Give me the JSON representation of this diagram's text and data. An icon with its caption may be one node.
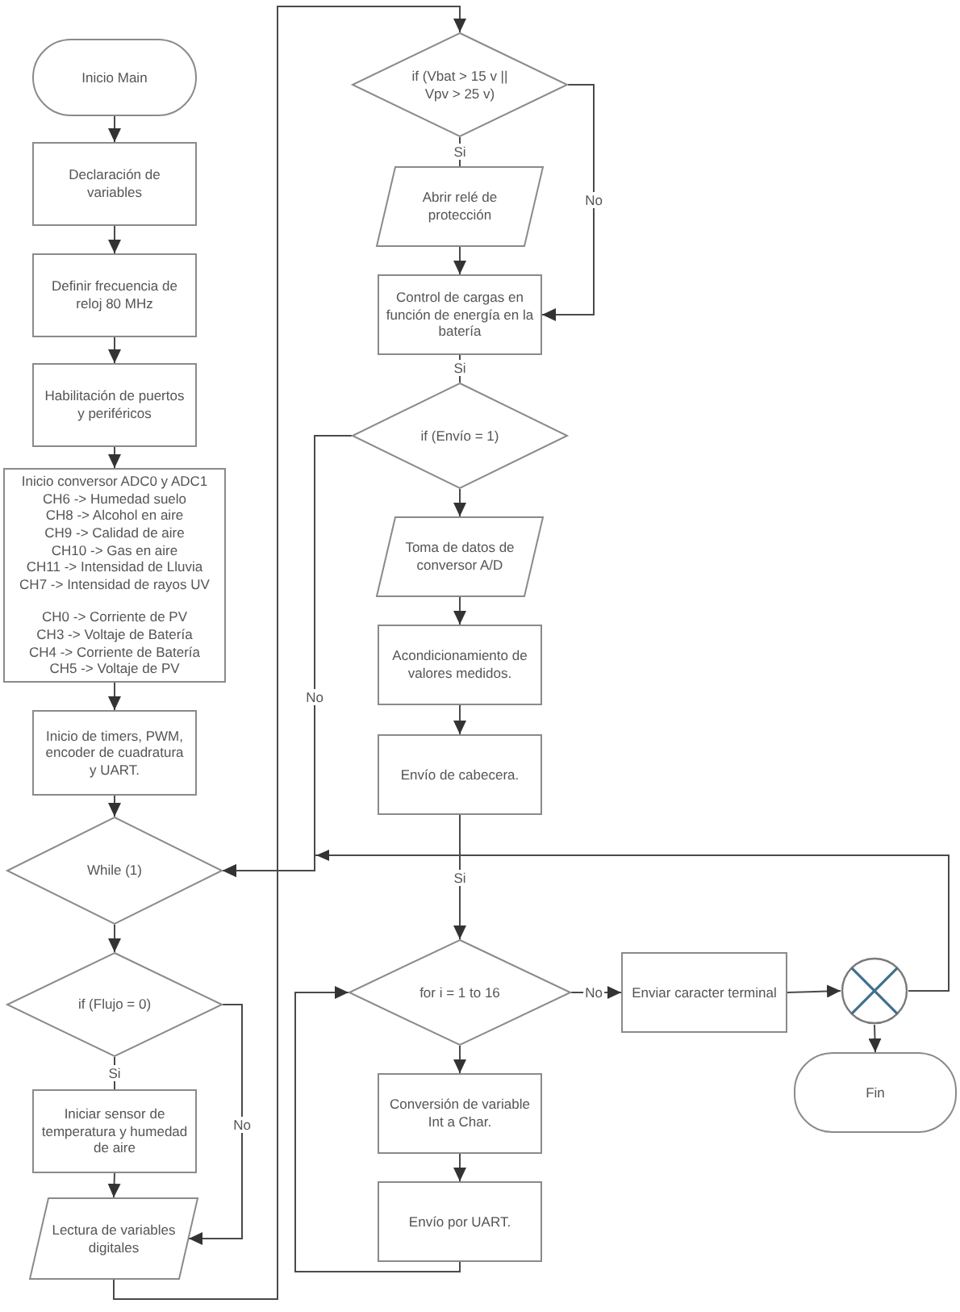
{
  "diagram": {
    "nodes": [
      {
        "text": [
          "Inicio Main"
        ]
      },
      {
        "text": [
          "Declaración de variables"
        ]
      },
      {
        "text": [
          "Definir frecuencia de reloj 80 MHz"
        ]
      },
      {
        "text": [
          "Habilitación de puertos y periféricos"
        ]
      },
      {
        "text": [
          "Inicio conversor ADC0 y ADC1",
          "CH6 -> Humedad suelo",
          "CH8 -> Alcohol en aire",
          "CH9 -> Calidad de aire",
          "CH10 -> Gas en aire",
          "CH11 -> Intensidad de Lluvia",
          "CH7 -> Intensidad de rayos UV",
          "CH0 -> Corriente de PV",
          "CH3 -> Voltaje de Batería",
          "CH4 -> Corriente de Batería",
          "CH5 -> Voltaje de PV"
        ]
      },
      {
        "text": [
          "Inicio de timers, PWM, encoder de cuadratura y UART."
        ]
      },
      {
        "text": [
          "While (1)"
        ]
      },
      {
        "text": [
          "if (Flujo = 0)"
        ]
      },
      {
        "text": [
          "Iniciar sensor de temperatura y humedad de aire"
        ]
      },
      {
        "text": [
          "Lectura de variables digitales"
        ]
      },
      {
        "text": [
          "if (Vbat > 15 v || Vpv > 25 v)"
        ]
      },
      {
        "text": [
          "Abrir relé de protección"
        ]
      },
      {
        "text": [
          "Control de cargas en función de energía en la batería"
        ]
      },
      {
        "text": [
          "if (Envío = 1)"
        ]
      },
      {
        "text": [
          "Toma de datos de conversor A/D"
        ]
      },
      {
        "text": [
          "Acondicionamiento de valores medidos."
        ]
      },
      {
        "text": [
          "Envío de cabecera."
        ]
      },
      {
        "text": [
          "for i = 1 to 16"
        ]
      },
      {
        "text": [
          "Conversión de variable Int a Char."
        ]
      },
      {
        "text": [
          "Envío por UART."
        ]
      },
      {
        "text": [
          "Enviar caracter terminal"
        ]
      },
      {
        "text": [],
        "shape": "circle"
      },
      {
        "text": [
          "Fin"
        ]
      }
    ],
    "edges": [
      {
        "from": 0,
        "to": 1,
        "arrow": "to"
      },
      {
        "from": 1,
        "to": 2,
        "arrow": "to"
      },
      {
        "from": 2,
        "to": 3,
        "arrow": "to"
      },
      {
        "from": 3,
        "to": 4,
        "arrow": "to"
      },
      {
        "from": 4,
        "to": 5,
        "arrow": "to"
      },
      {
        "from": 5,
        "to": 6,
        "arrow": "to"
      },
      {
        "from": 6,
        "to": 7,
        "arrow": "to"
      },
      {
        "from": 7,
        "to": 8,
        "arrow": "none",
        "label": "Si"
      },
      {
        "from": 7,
        "to": 9,
        "arrow": "to",
        "label": "No"
      },
      {
        "from": 8,
        "to": 9,
        "arrow": "to"
      },
      {
        "from": 9,
        "to": 10,
        "arrow": "to"
      },
      {
        "from": 10,
        "to": 11,
        "arrow": "none",
        "label": "Si"
      },
      {
        "from": 10,
        "to": 12,
        "arrow": "to",
        "label": "No"
      },
      {
        "from": 11,
        "to": 12,
        "arrow": "to"
      },
      {
        "from": 12,
        "to": 13,
        "arrow": "none",
        "label": "Si"
      },
      {
        "from": 13,
        "to": 14,
        "arrow": "to"
      },
      {
        "from": 13,
        "to": 6,
        "arrow": "to",
        "label": "No"
      },
      {
        "from": 14,
        "to": 15,
        "arrow": "to"
      },
      {
        "from": 15,
        "to": 16,
        "arrow": "to"
      },
      {
        "from": 16,
        "to": 17,
        "arrow": "to",
        "label": "Si"
      },
      {
        "from": 17,
        "to": 18,
        "arrow": "to"
      },
      {
        "from": 18,
        "to": 19,
        "arrow": "to"
      },
      {
        "from": 19,
        "to": 17,
        "arrow": "to"
      },
      {
        "from": 17,
        "to": 20,
        "arrow": "to",
        "label": "No"
      },
      {
        "from": 20,
        "to": 21,
        "arrow": "to"
      },
      {
        "from": 21,
        "to": 22,
        "arrow": "to"
      },
      {
        "from": 21,
        "to": 6,
        "arrow": "to"
      }
    ]
  }
}
